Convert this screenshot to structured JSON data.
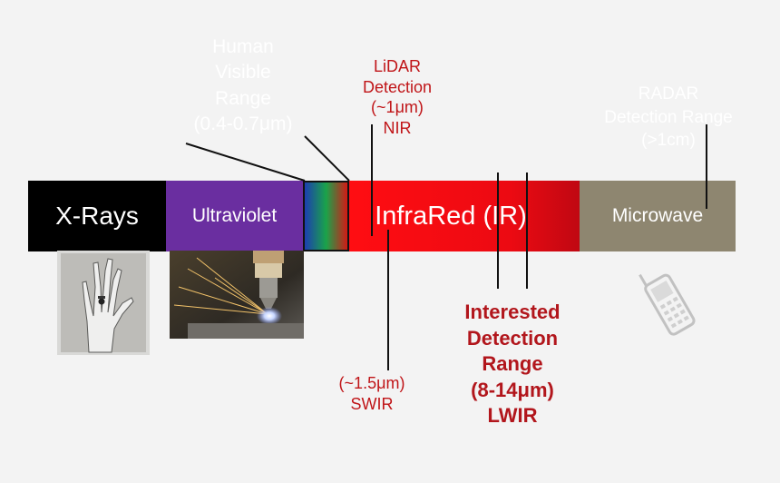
{
  "bands": {
    "xrays": "X-Rays",
    "ultraviolet": "Ultraviolet",
    "visible": "",
    "infrared": "InfraRed (IR)",
    "microwave": "Microwave"
  },
  "labels": {
    "human_visible": "Human\nVisible\nRange\n(0.4-0.7μm)",
    "lidar": "LiDAR\nDetection\n(~1μm)\nNIR",
    "radar": "RADAR\nDetection Range\n(>1cm)",
    "swir": "(~1.5μm)\nSWIR",
    "interested": "Interested\nDetection\nRange\n(8-14μm)\nLWIR"
  },
  "icons": {
    "xray_image": "xray-hand-icon",
    "laser_image": "laser-cutter-icon",
    "phone_image": "mobile-phone-icon"
  },
  "colors": {
    "xrays": "#000000",
    "ultraviolet": "#6a2ea0",
    "infrared": "#e30b13",
    "microwave": "#8e8670",
    "label_red": "#c01518"
  }
}
